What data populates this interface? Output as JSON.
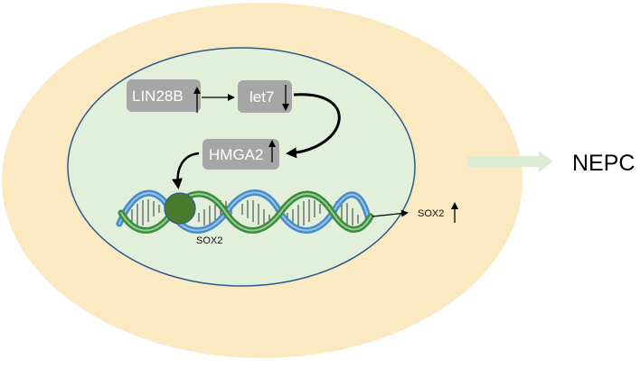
{
  "diagram": {
    "nodes": {
      "lin28b": {
        "label": "LIN28B",
        "trend": "up"
      },
      "let7": {
        "label": "let7",
        "trend": "down"
      },
      "hmga2": {
        "label": "HMGA2",
        "trend": "up"
      },
      "sox2_gene": {
        "label": "SOX2"
      },
      "sox2_out": {
        "label": "SOX2",
        "trend": "up"
      },
      "nepc": {
        "label": "NEPC"
      }
    },
    "edges": [
      {
        "from": "lin28b",
        "to": "let7",
        "type": "arrow"
      },
      {
        "from": "let7",
        "to": "hmga2",
        "type": "curved-arrow"
      },
      {
        "from": "hmga2",
        "to": "sox2_gene",
        "type": "curved-arrow"
      },
      {
        "from": "dna-helix",
        "to": "sox2_out",
        "type": "arrow"
      },
      {
        "from": "cell",
        "to": "nepc",
        "type": "block-arrow"
      }
    ],
    "colors": {
      "cell_fill": "#fbe9c2",
      "nucleus_fill": "#e2efdb",
      "nucleus_stroke": "#2e5a8a",
      "node_box": "#a6a6a6",
      "protein": "#4a7a2c",
      "dna_blue": "#4a8cc8",
      "dna_green": "#5aab60",
      "block_arrow": "#dcebd3"
    }
  }
}
